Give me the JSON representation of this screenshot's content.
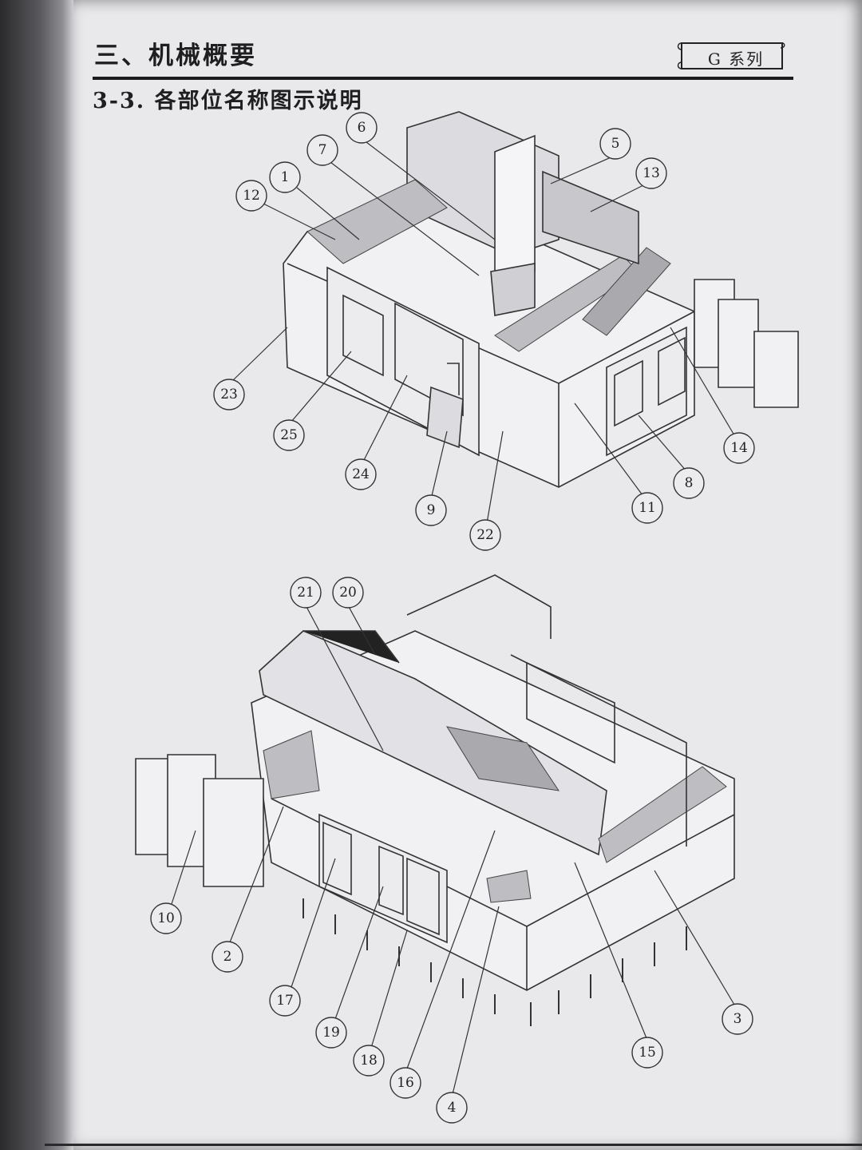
{
  "header": {
    "section_title": "三、机械概要",
    "series_label": "G 系列",
    "subsection_title": "3-3. 各部位名称图示说明"
  },
  "figure_top": {
    "callouts": [
      "1",
      "5",
      "6",
      "7",
      "12",
      "13",
      "14",
      "8",
      "11",
      "22",
      "9",
      "24",
      "25",
      "23"
    ]
  },
  "figure_bottom": {
    "callouts": [
      "21",
      "20",
      "10",
      "2",
      "17",
      "19",
      "18",
      "16",
      "4",
      "15",
      "3"
    ]
  }
}
